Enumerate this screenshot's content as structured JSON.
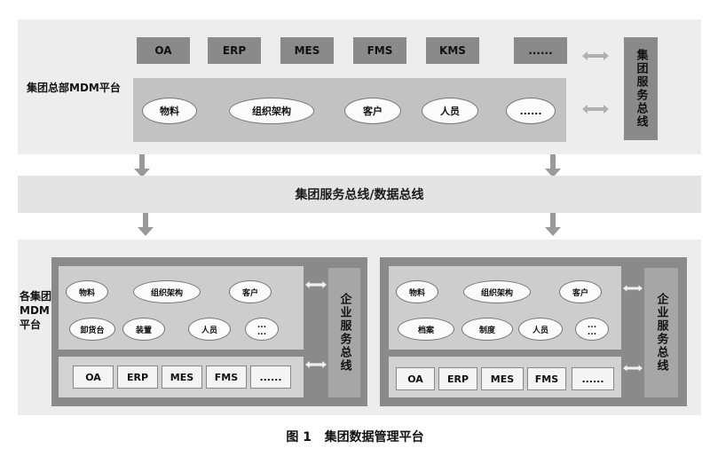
{
  "top": {
    "label": "集团总部MDM平台",
    "systems": [
      "OA",
      "ERP",
      "MES",
      "FMS",
      "KMS",
      "......"
    ],
    "masters": [
      "物料",
      "组织架构",
      "客户",
      "人员",
      "......"
    ],
    "bus": "集团服务总线"
  },
  "band": {
    "label": "集团服务总线/数据总线"
  },
  "bottom": {
    "label": "各集团MDM平台",
    "left": {
      "masters_row1": [
        "物料",
        "组织架构",
        "客户"
      ],
      "masters_row2": [
        "卸货台",
        "装置",
        "人员",
        "...\n..."
      ],
      "systems": [
        "OA",
        "ERP",
        "MES",
        "FMS",
        "......"
      ],
      "bus": "企业服务总线"
    },
    "right": {
      "masters_row1": [
        "物料",
        "组织架构",
        "客户"
      ],
      "masters_row2": [
        "档案",
        "制度",
        "人员",
        "...\n..."
      ],
      "systems": [
        "OA",
        "ERP",
        "MES",
        "FMS",
        "......"
      ],
      "bus": "企业服务总线"
    }
  },
  "caption": "图 1   集团数据管理平台",
  "colors": {
    "dark_gray": "#8a8a8a",
    "mid_gray": "#c2c2c2",
    "light_gray": "#ededed",
    "arrow": "#9a9a9a"
  }
}
